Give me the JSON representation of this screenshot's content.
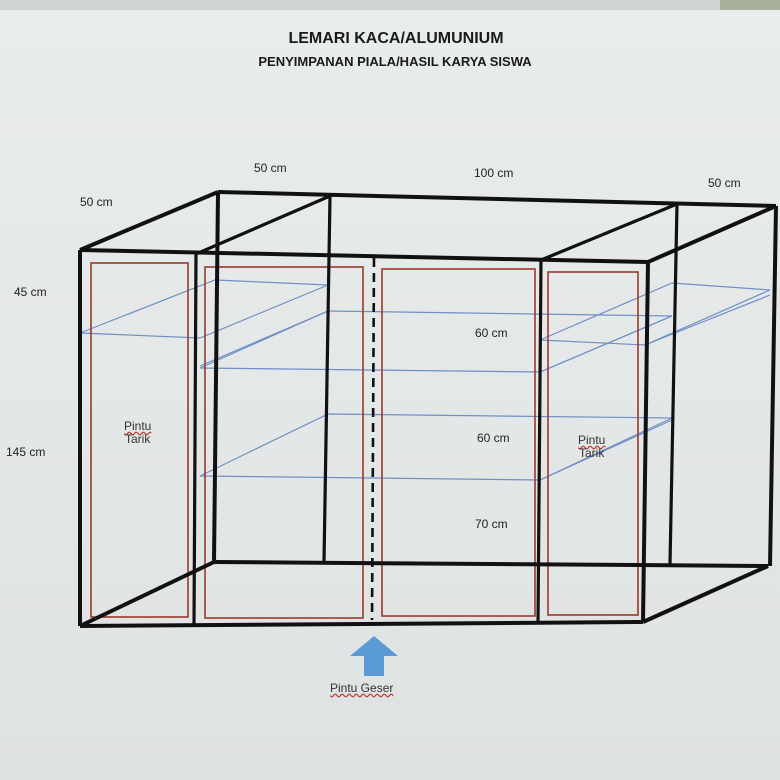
{
  "title": "LEMARI KACA/ALUMUNIUM",
  "subtitle": "PENYIMPANAN PIALA/HASIL KARYA SISWA",
  "dimensions": {
    "depth_left": "50 cm",
    "width_left": "50 cm",
    "width_middle": "100 cm",
    "width_right": "50 cm",
    "height_top": "45 cm",
    "height_main": "145 cm",
    "shelf_gap_1": "60 cm",
    "shelf_gap_2": "60 cm",
    "shelf_gap_3": "70 cm"
  },
  "doors": {
    "left_line1": "Pintu",
    "left_line2": "Tarik",
    "right_line1": "Pintu",
    "right_line2": "Tarik",
    "sliding": "Pintu Geser"
  },
  "colors": {
    "frame": "#111111",
    "door_outline": "#9a3a2a",
    "shelf": "#6f8fc6",
    "arrow": "#5b9bd5"
  },
  "icons": {
    "sliding_door_indicator": "arrow-up-icon"
  }
}
